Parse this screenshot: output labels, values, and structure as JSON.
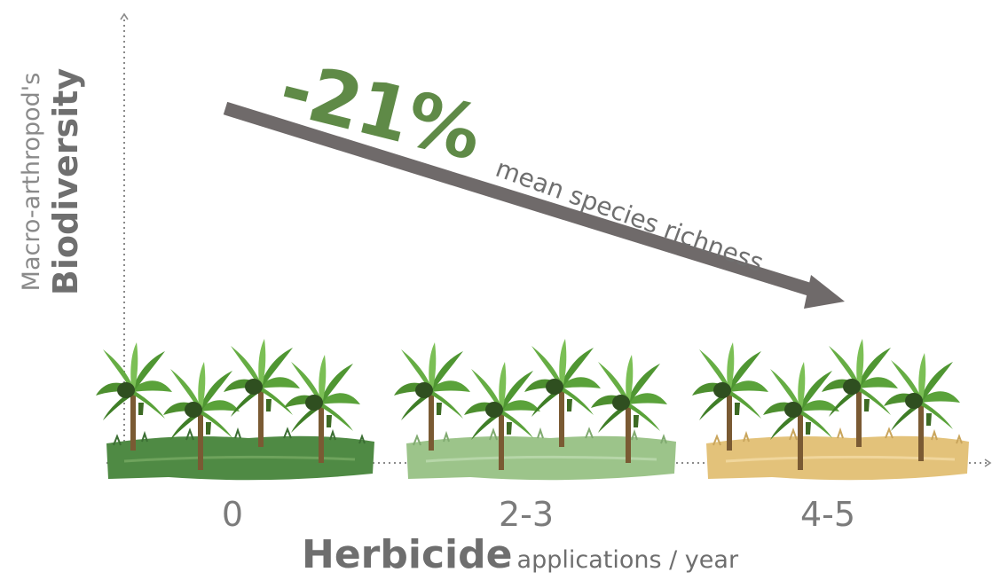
{
  "y_axis": {
    "label_top": "Macro-arthropod's",
    "label_main": "Biodiversity"
  },
  "trend": {
    "percent": "-21%",
    "caption": "mean species richness"
  },
  "categories": [
    "0",
    "2-3",
    "4-5"
  ],
  "x_axis": {
    "title_main": "Herbicide",
    "title_unit": "applications / year"
  },
  "colors": {
    "accent_green": "#5f8a47",
    "arrow_gray": "#6f6a6a",
    "grass_untreated": "#4f8a44",
    "grass_moderate": "#9cc48a",
    "grass_high": "#e3c27a"
  }
}
